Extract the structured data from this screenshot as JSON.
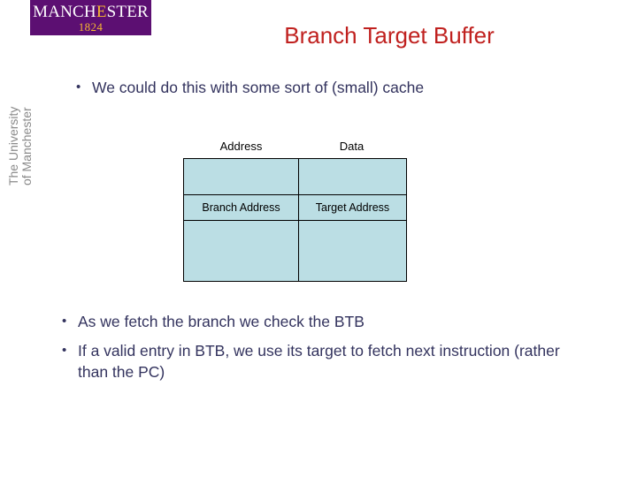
{
  "brand": {
    "wordmark_pre": "MANCH",
    "wordmark_highlight": "E",
    "wordmark_post": "STER",
    "year": "1824",
    "vertical_text": "The University\nof Manchester",
    "purple": "#5c0f72",
    "gold": "#f5b731",
    "gray": "#8a8a8a"
  },
  "slide": {
    "title": "Branch Target Buffer",
    "title_color": "#c0211f",
    "body_color": "#33335e",
    "bullet_glyph": "•"
  },
  "bullets": {
    "intro": "We could do this with some sort of (small) cache",
    "fetch": "As we fetch the branch we check the BTB",
    "valid": "If a valid entry in BTB, we use its target to fetch next instruction (rather than the PC)"
  },
  "table": {
    "cell_fill": "#bbdee4",
    "border_color": "#000000",
    "headers": [
      "Address",
      "Data"
    ],
    "rows": [
      {
        "name": "empty-top",
        "cells": [
          "",
          ""
        ]
      },
      {
        "name": "labels",
        "cells": [
          "Branch Address",
          "Target Address"
        ]
      },
      {
        "name": "empty-bottom",
        "cells": [
          "",
          ""
        ]
      }
    ]
  }
}
